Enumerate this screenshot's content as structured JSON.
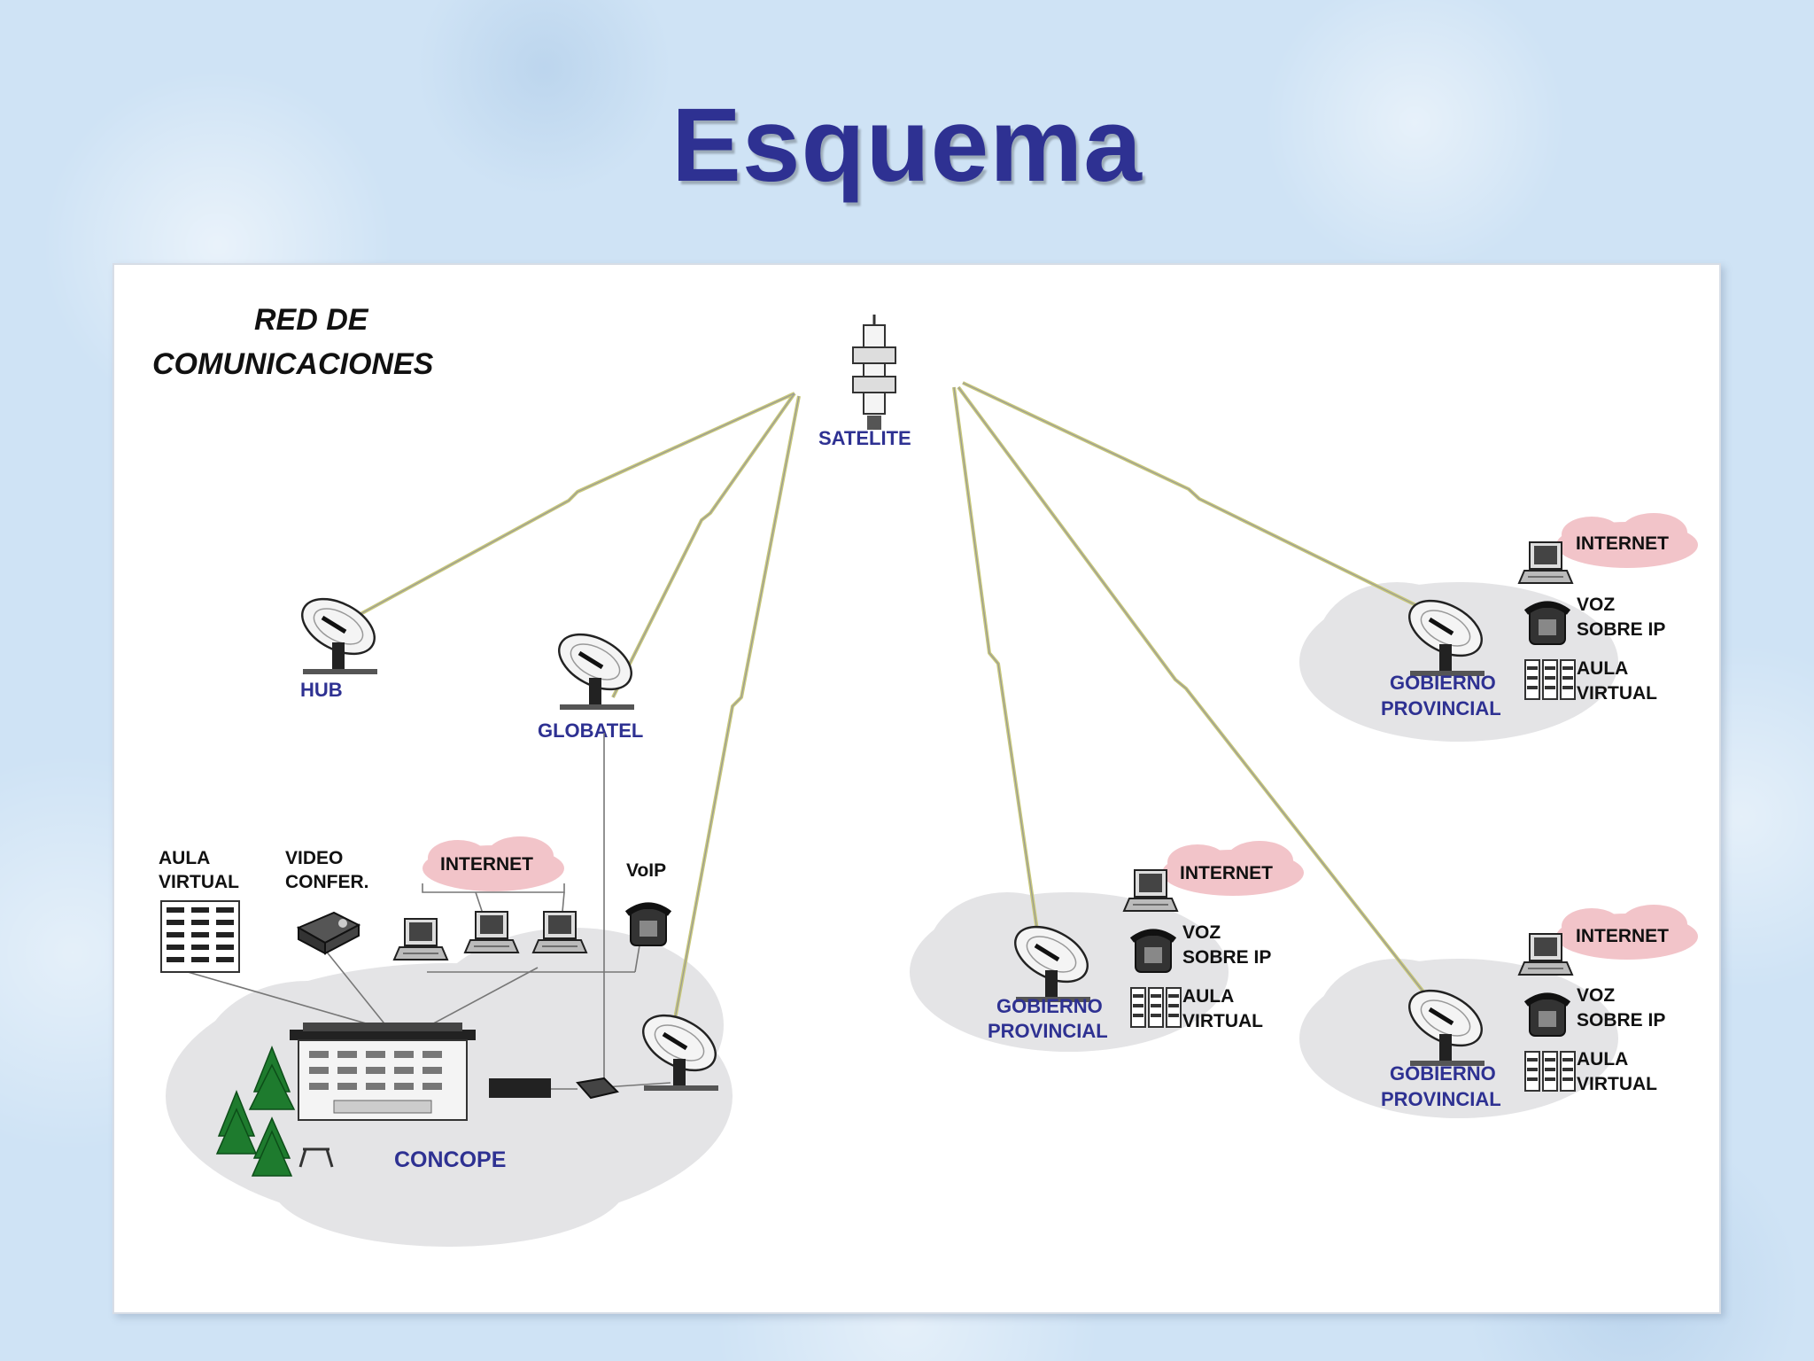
{
  "slide": {
    "title": "Esquema"
  },
  "diagram": {
    "heading_line1": "RED DE",
    "heading_line2": "COMUNICACIONES",
    "satellite_label": "SATELITE",
    "hub_label": "HUB",
    "globatel_label": "GLOBATEL",
    "concope": {
      "label": "CONCOPE",
      "aula_line1": "AULA",
      "aula_line2": "VIRTUAL",
      "video_line1": "VIDEO",
      "video_line2": "CONFER.",
      "internet": "INTERNET",
      "voip": "VoIP"
    },
    "provincial_sites": [
      {
        "name_line1": "GOBIERNO",
        "name_line2": "PROVINCIAL",
        "internet": "INTERNET",
        "voz_line1": "VOZ",
        "voz_line2": "SOBRE IP",
        "aula_line1": "AULA",
        "aula_line2": "VIRTUAL"
      },
      {
        "name_line1": "GOBIERNO",
        "name_line2": "PROVINCIAL",
        "internet": "INTERNET",
        "voz_line1": "VOZ",
        "voz_line2": "SOBRE IP",
        "aula_line1": "AULA",
        "aula_line2": "VIRTUAL"
      },
      {
        "name_line1": "GOBIERNO",
        "name_line2": "PROVINCIAL",
        "internet": "INTERNET",
        "voz_line1": "VOZ",
        "voz_line2": "SOBRE IP",
        "aula_line1": "AULA",
        "aula_line2": "VIRTUAL"
      }
    ]
  }
}
